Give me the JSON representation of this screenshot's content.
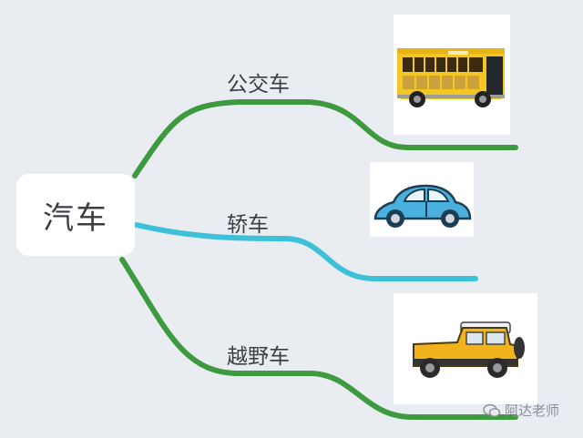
{
  "root": {
    "label": "汽车"
  },
  "branches": [
    {
      "label": "公交车",
      "icon": "double-decker-bus-image",
      "color": "#3e9a3f"
    },
    {
      "label": "轿车",
      "icon": "beetle-car-image",
      "color": "#3dc1d9"
    },
    {
      "label": "越野车",
      "icon": "off-road-suv-image",
      "color": "#3e9a3f"
    }
  ],
  "watermark": {
    "text": "阿达老师",
    "icon": "wechat-icon"
  }
}
